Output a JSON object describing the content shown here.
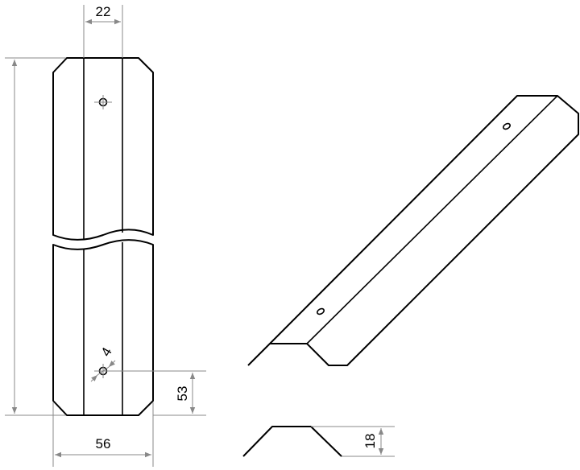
{
  "dimensions": {
    "top_width": "22",
    "hole_diameter": "4",
    "hole_offset": "53",
    "bottom_width": "56",
    "profile_height": "18"
  }
}
